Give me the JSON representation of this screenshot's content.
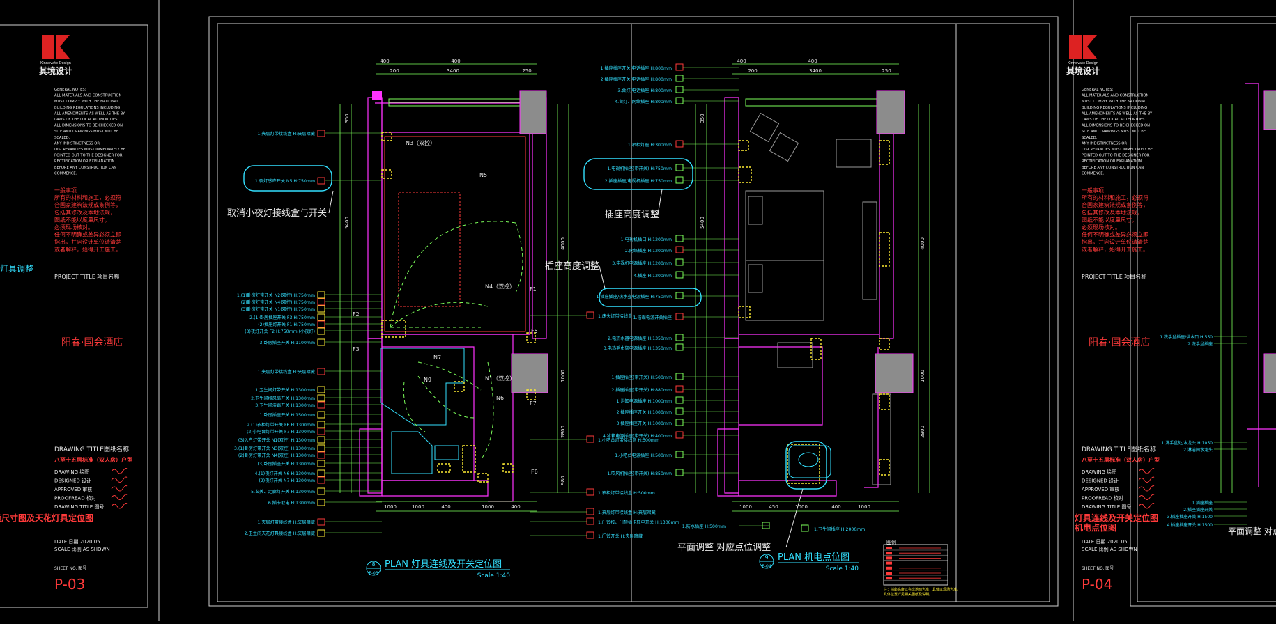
{
  "colors": {
    "background": "#000000",
    "frame": "#cfcfcf",
    "wall": "#ff33ff",
    "cyan": "#33e0ff",
    "yellow": "#ffee33",
    "green": "#7cff5a",
    "red": "#ff3a3a",
    "column": "#8c8c8c"
  },
  "sheets": [
    {
      "id": "p03",
      "logo_text": "其境设计",
      "logo_sub": "Kinnovate Design",
      "notes_en": [
        "GENERAL NOTES:",
        "ALL MATERIALS AND CONSTRUCTION",
        "MUST COMPLY WITH THE NATIONAL",
        "BUILDING REGULATIONS INCLUDING",
        "ALL AMENDMENTS AS WELL AS THE BY",
        "LAWS OF THE LOCAL AUTHORITIES.",
        "ALL DIMENSIONS TO BE CHECKED ON",
        "SITE AND DRAWINGS MUST NOT BE",
        "SCALED.",
        "ANY INDISTINCTNESS OR",
        "DISCREPANCIES MUST IMMEDIATELY BE",
        "POINTED OUT TO THE DESIGNER FOR",
        "RECTIFICATION OR EXPLANATION",
        "BEFORE ANY CONSTRUCTION CAN",
        "COMMENCE."
      ],
      "notes_cn": [
        "一般事项",
        "所有的材料和施工，必须符",
        "合国家建筑法规或条例等，",
        "包括其修改及本地法规，",
        "图纸不能以度量尺寸，",
        "必须现场核对。",
        "任何不明确或差异必须立即",
        "指出，并向设计单位请清楚",
        "或者解释，始得开工施工。"
      ],
      "project_title": "PROJECT TITLE  项目名称",
      "project_name": "阳春·国会酒店",
      "drawing_title_label": "DRAWING TITLE图纸名称",
      "room_type": "八至十五层标准（双人房）户型",
      "sign_rows": [
        "DRAWING  绘图",
        "DESIGNED  设计",
        "APPROVED  审核",
        "PROOFREAD  校对",
        "DRAWING TITLE  图号"
      ],
      "drawing_name_lines": [
        "天花连缆尺寸图及天花灯具定位图"
      ],
      "date_row": "DATE  日期  2020.05",
      "scale_row": "SCALE 比例  AS SHOWN",
      "sheet_no_label": "SHEET NO. 图号",
      "sheet_no": "P-03"
    },
    {
      "id": "p04",
      "logo_text": "其境设计",
      "logo_sub": "Kinnovate Design",
      "notes_en": [
        "GENERAL NOTES:",
        "ALL MATERIALS AND CONSTRUCTION",
        "MUST COMPLY WITH THE NATIONAL",
        "BUILDING REGULATIONS INCLUDING",
        "ALL AMENDMENTS AS WELL AS THE BY",
        "LAWS OF THE LOCAL AUTHORITIES.",
        "ALL DIMENSIONS TO BE CHECKED ON",
        "SITE AND DRAWINGS MUST NOT BE",
        "SCALED.",
        "ANY INDISTINCTNESS OR",
        "DISCREPANCIES MUST IMMEDIATELY BE",
        "POINTED OUT TO THE DESIGNER FOR",
        "RECTIFICATION OR EXPLANATION",
        "BEFORE ANY CONSTRUCTION CAN",
        "COMMENCE."
      ],
      "notes_cn": [
        "一般事项",
        "所有的材料和施工，必须符",
        "合国家建筑法规或条例等，",
        "包括其修改及本地法规，",
        "图纸不能以度量尺寸，",
        "必须现场核对。",
        "任何不明确或差异必须立即",
        "指出，并向设计单位请清楚",
        "或者解释，始得开工施工。"
      ],
      "project_title": "PROJECT TITLE  项目名称",
      "project_name": "阳春·国会酒店",
      "drawing_title_label": "DRAWING TITLE图纸名称",
      "room_type": "八至十五层标准（双人房）户型",
      "sign_rows": [
        "DRAWING  绘图",
        "DESIGNED  设计",
        "APPROVED  审核",
        "PROOFREAD  校对",
        "DRAWING TITLE  图号"
      ],
      "drawing_name_lines": [
        "灯具连线及开关定位图",
        "机电点位图"
      ],
      "date_row": "DATE  日期  2020.05",
      "scale_row": "SCALE 比例  AS SHOWN",
      "sheet_no_label": "SHEET NO. 图号",
      "sheet_no": "P-04"
    }
  ],
  "left_edge_label": "灯具调整",
  "right_edge": {
    "labels": [
      "1.洗手盆插座/供水口 H:550",
      "2.洗手盆插座",
      "1.洗手盆处/水龙头 H:1050",
      "2.淋浴间水龙头",
      "1.插座插座",
      "2.插座插座开关",
      "3.插座插座开关 H:1500",
      "4.插座插座开关 H:1500"
    ],
    "note": "平面调整  对点"
  },
  "plan_left": {
    "dims_top": [
      "400",
      "200",
      "3400",
      "250"
    ],
    "dims_bottom": [
      "1000",
      "1000",
      "400",
      "1000",
      "400"
    ],
    "dims_side": [
      "350",
      "5400",
      "4000",
      "1000",
      "2800",
      "980"
    ],
    "labels": [
      "N3（双控）",
      "N5",
      "N4（双控）",
      "N1（双控）",
      "N7",
      "N9",
      "N6",
      "F1",
      "F2",
      "F3",
      "F5",
      "F6",
      "F7"
    ],
    "callouts_left": [
      "1.夹层灯带接线盒 H:夹层暗藏",
      "1.夜灯感应开关 N5 H:750mm",
      "1.(1)卧房灯带开关 N2(双控) H:750mm",
      "(2)卧房灯带开关 N4(双控) H:750mm",
      "(3)卧房灯带开关 N1(双控) H:750mm",
      "2.(1)卧房插座开关 F3 H:750mm",
      "(2)插座灯开关 F1 H:750mm",
      "(3)夜灯开关 F2 H:750mm (小夜灯)",
      "3.卧房插座开关 H:1100mm",
      "1.夹层灯带接线盒 H:夹层暗藏",
      "1.卫生间灯带开关 H:1300mm",
      "2.卫生间排风扇开关 H:1300mm",
      "3.卫生间浴霸开关 H:1300mm",
      "1.卧房插座开关 H:1500mm",
      "2.(1)衣柜灯带开关 F6 H:1300mm",
      "(2)小吧台灯带开关 F7 H:1300mm",
      "(3)入户灯带开关 N1(双控) H:1300mm",
      "3.(1)卧房灯带开关 N3(双控) H:1300mm",
      "(2)卧房灯带开关 N4(双控) H:1300mm",
      "(3)卧房插座开关 H:1300mm",
      "4.(1)夜灯开关 N6 H:1300mm",
      "(2)夜灯开关 N7 H:1300mm",
      "5.玄关、走廊灯开关 H:1300mm",
      "6.插卡取电 H:1300mm",
      "1.夹层灯带接线盒 H:夹层暗藏",
      "2.卫生间天花灯具接线盒 H:夹层暗藏"
    ],
    "callouts_right": [
      "1.床头灯带接线盒",
      "1.小吧台灯带接线盒 H:500mm",
      "1.衣柜灯带接线盒 H:500mm",
      "1.夹层灯带接线盒 H:夹层暗藏",
      "1.门铃按、门禁插卡取电开关 H:1300mm",
      "1.门铃开关 H:夹层暗藏"
    ],
    "annotations": [
      "取消小夜灯接线盒与开关",
      "插座高度调整"
    ],
    "title_num": "8",
    "title_ref": "P-03",
    "title": "PLAN   灯具连线及开关定位图",
    "scale": "Scale 1:40"
  },
  "plan_right": {
    "dims_top": [
      "400",
      "200",
      "3400",
      "250"
    ],
    "dims_bottom": [
      "1000",
      "450",
      "1000",
      "400",
      "1000"
    ],
    "dims_side": [
      "350",
      "5400",
      "4000",
      "1000",
      "2800"
    ],
    "callouts_left": [
      "1.插座插座开关/电话插座 H:800mm",
      "2.插座插座开关/电话插座 H:800mm",
      "3.台灯/电话插座 H:800mm",
      "4.台灯、网络插座 H:800mm",
      "1.吊柜灯座 H:300mm",
      "1.电视机插座(带开关) H:750mm",
      "2.插座插座/电视机插座 H:750mm",
      "1.电视机插口 H:1200mm",
      "2.网络插座 H:1200mm",
      "3.电视机电源插座 H:1200mm",
      "4.插座 H:1200mm",
      "1.插座插座/热水壶电源插座 H:750mm",
      "1.浴霸电源开关插座",
      "2.电热水器电源插座 H:1350mm",
      "3.电热毛巾架电源插座 H:1350mm",
      "1.插座插座(带开关) H:500mm",
      "2.插座插座(带开关) H:880mm",
      "1.浴缸电源插座 H:1000mm",
      "2.插座插座开关 H:1000mm",
      "3.插座插座开关 H:1000mm",
      "4.冰箱电源插座(带开关) H:400mm",
      "1.小吧台电源插座 H:500mm",
      "1.吹风机插座(带开关) H:850mm",
      "1.防水插座 H:500mm",
      "1.卫生间插座 H:2000mm"
    ],
    "annotations": [
      "插座高度调整",
      "平面调整  对应点位调整"
    ],
    "title_num": "9",
    "title_ref": "P-04",
    "title": "PLAN   机电点位图",
    "scale": "Scale 1:40",
    "legend_title": "图例",
    "legend_note": [
      "注：插座高度以完成地面为准，具体以现场为准。",
      "具体位置详见相关图纸及说明。"
    ]
  }
}
